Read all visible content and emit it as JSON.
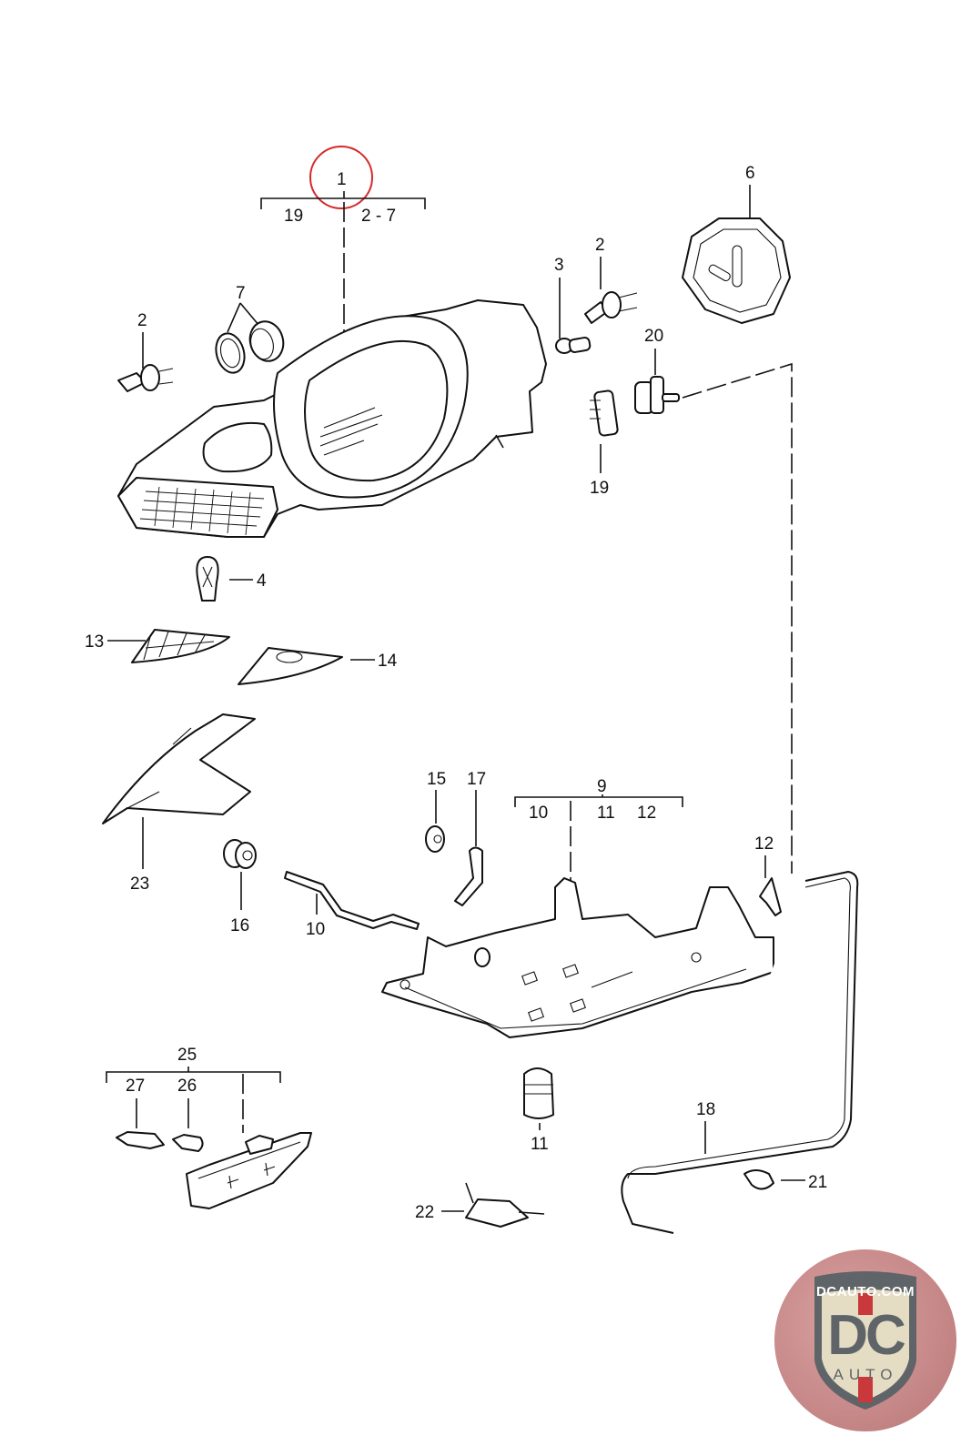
{
  "diagram": {
    "title": "Headlight assembly exploded parts diagram",
    "highlighted_callout": "1",
    "highlight_color": "#d42a2a",
    "callouts": {
      "c1": "1",
      "c1_sub_left": "19",
      "c1_sub_right": "2 - 7",
      "c2a": "2",
      "c2b": "2",
      "c3": "3",
      "c4": "4",
      "c6": "6",
      "c7": "7",
      "c9": "9",
      "c9_sub_a": "10",
      "c9_sub_b": "11",
      "c9_sub_c": "12",
      "c10": "10",
      "c11": "11",
      "c12": "12",
      "c13": "13",
      "c14": "14",
      "c15": "15",
      "c16": "16",
      "c17": "17",
      "c18": "18",
      "c19": "19",
      "c20": "20",
      "c21": "21",
      "c22": "22",
      "c23": "23",
      "c25": "25",
      "c26": "26",
      "c27": "27"
    }
  },
  "logo": {
    "site": "DCAUTO.COM",
    "mark": "DC",
    "sub": "AUTO",
    "accent_color": "#c9393b",
    "text_color": "#5f6468",
    "shield_color": "#e4ddc4"
  }
}
